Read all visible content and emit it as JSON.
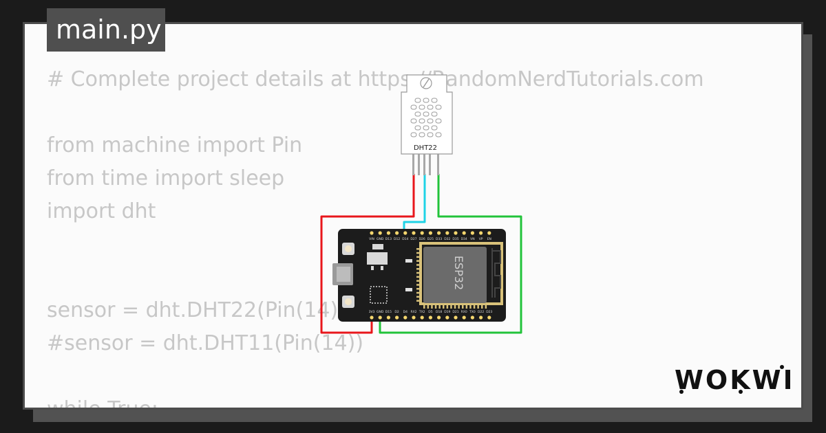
{
  "file_tab": {
    "label": "main.py"
  },
  "code_lines": [
    "# Complete project details at https://RandomNerdTutorials.com",
    "",
    "from machine import Pin",
    "from time import sleep",
    "import dht",
    "",
    "",
    "sensor = dht.DHT22(Pin(14))",
    "#sensor = dht.DHT11(Pin(14))",
    "",
    "while True:"
  ],
  "sensor": {
    "label": "DHT22"
  },
  "board": {
    "label": "ESP32",
    "top_pins": [
      "VIN",
      "GND",
      "D13",
      "D12",
      "D14",
      "D27",
      "D26",
      "D25",
      "D33",
      "D32",
      "D35",
      "D34",
      "VN",
      "VP",
      "EN"
    ],
    "bottom_pins": [
      "3V3",
      "GND",
      "D15",
      "D2",
      "D4",
      "RX2",
      "TX2",
      "D5",
      "D18",
      "D19",
      "D21",
      "RX0",
      "TX0",
      "D22",
      "D23"
    ]
  },
  "wire_colors": {
    "power": "#e8161b",
    "data": "#1fd3e6",
    "ground": "#22c33a"
  },
  "brand": {
    "logo_text": "WOKWI"
  }
}
